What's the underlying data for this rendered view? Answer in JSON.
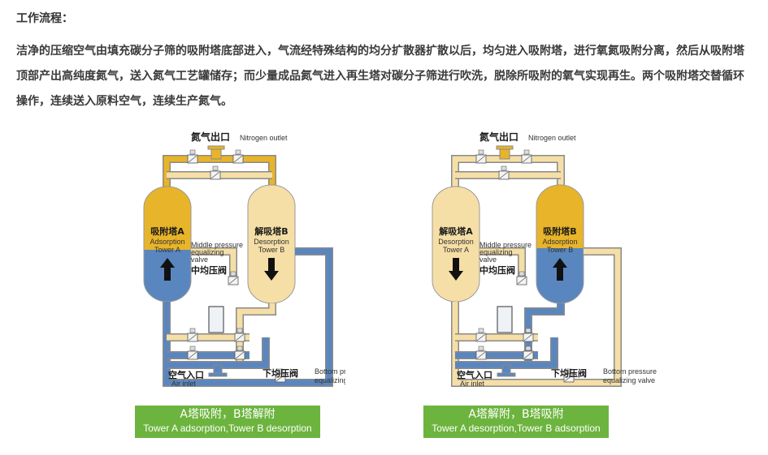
{
  "heading": "工作流程：",
  "paragraph_lines": [
    "洁净的压缩空气由填充碳分子筛的吸附塔底部进入，气流经特殊结构的均分扩散器扩散以后，均匀进入吸附塔，进行氧氮吸附分离，然后从吸附塔",
    "顶部产出高纯度氮气，送入氮气工艺罐储存；而少量成品氮气进入再生塔对碳分子筛进行吹洗，脱除所吸附的氧气实现再生。两个吸附塔交替循环",
    "操作，连续送入原料空气，连续生产氮气。"
  ],
  "colors": {
    "yellow": "#e8b42a",
    "pale": "#f5dfa6",
    "blue": "#5a86c0",
    "caption_bg": "#6cb43e"
  },
  "diagrams": [
    {
      "outlet_cn": "氮气出口",
      "outlet_en": "Nitrogen outlet",
      "left_tower": {
        "cn": "吸附塔A",
        "en1": "Adsorption",
        "en2": "Tower A",
        "mode": "adsorb"
      },
      "right_tower": {
        "cn": "解吸塔B",
        "en1": "Desorption",
        "en2": "Tower B",
        "mode": "desorb"
      },
      "mid_en1": "Middle pressure",
      "mid_en2": "equalizing",
      "mid_en3": "valve",
      "mid_cn": "中均压阀",
      "inlet_cn": "空气入口",
      "inlet_en": "Air inlet",
      "bottom_cn": "下均压阀",
      "bottom_en1": "Bottom pressure",
      "bottom_en2": "equalizing valve",
      "caption_cn": "A塔吸附，B塔解附",
      "caption_en": "Tower A adsorption,Tower B desorption"
    },
    {
      "outlet_cn": "氮气出口",
      "outlet_en": "Nitrogen outlet",
      "left_tower": {
        "cn": "解吸塔A",
        "en1": "Desorption",
        "en2": "Tower A",
        "mode": "desorb"
      },
      "right_tower": {
        "cn": "吸附塔B",
        "en1": "Adsorption",
        "en2": "Tower B",
        "mode": "adsorb"
      },
      "mid_en1": "Middle pressure",
      "mid_en2": "equalizing",
      "mid_en3": "valve",
      "mid_cn": "中均压阀",
      "inlet_cn": "空气入口",
      "inlet_en": "Air inlet",
      "bottom_cn": "下均压阀",
      "bottom_en1": "Bottom pressure",
      "bottom_en2": "equalizing valve",
      "caption_cn": "A塔解附，B塔吸附",
      "caption_en": "Tower A desorption,Tower B adsorption"
    }
  ]
}
